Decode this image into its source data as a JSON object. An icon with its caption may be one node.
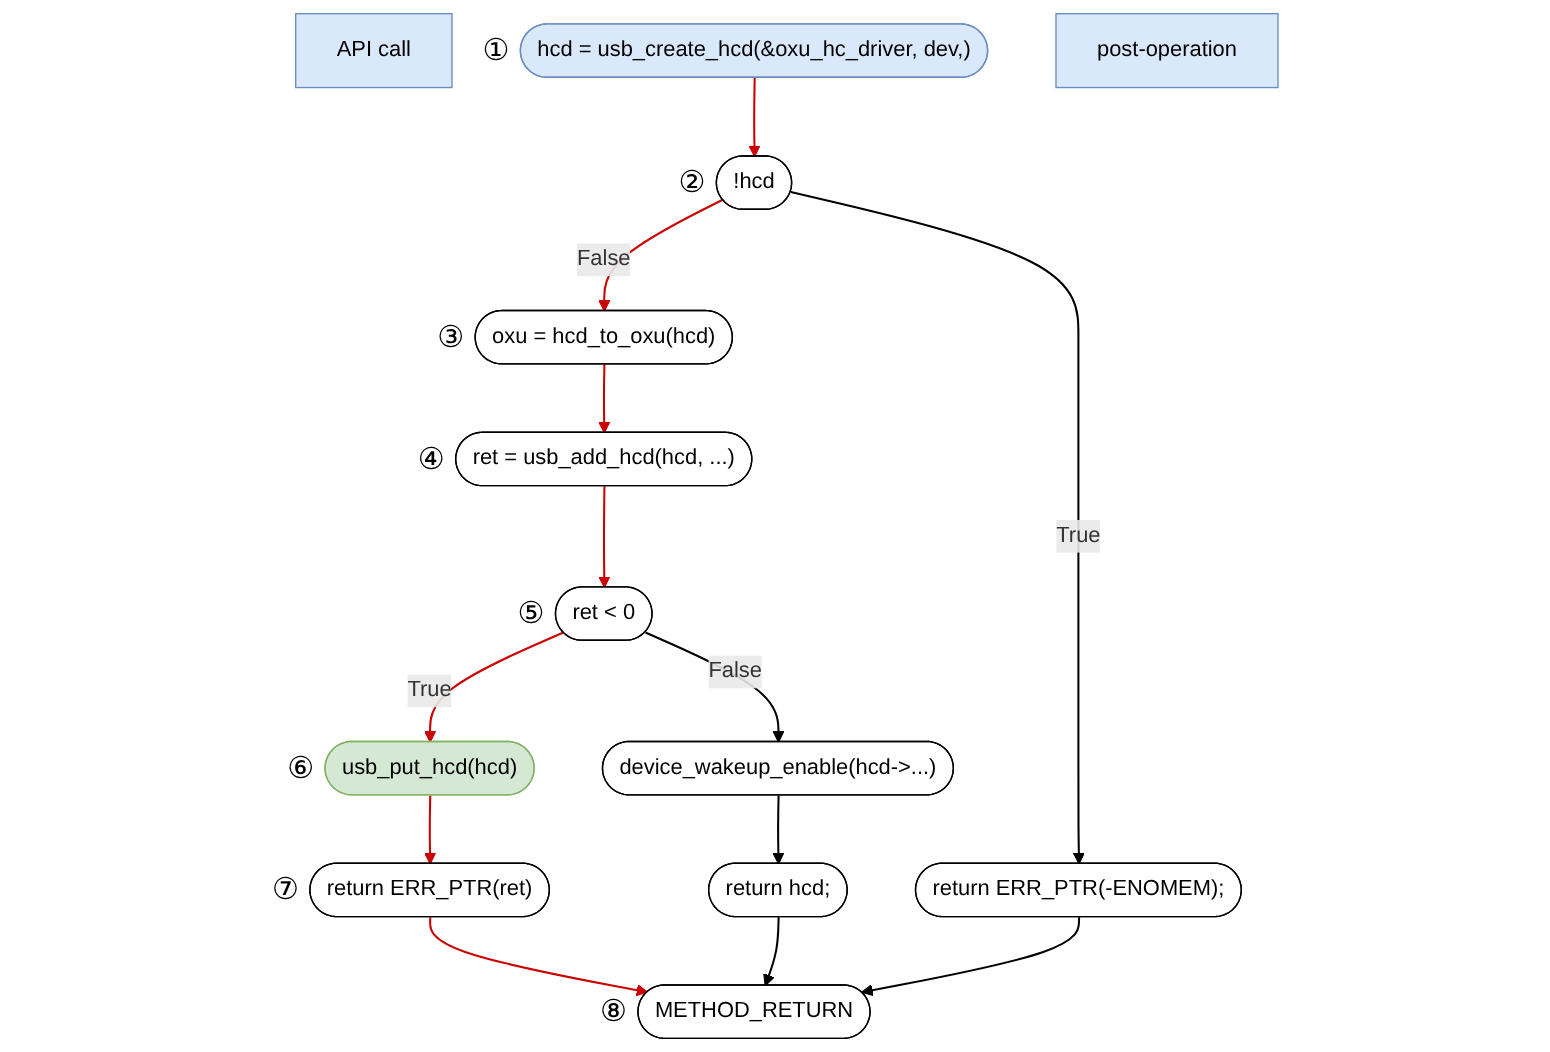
{
  "diagram": {
    "nodes": [
      {
        "text": [
          "API call"
        ]
      },
      {
        "text": [
          "hcd = usb_create_hcd(&oxu_hc_driver, dev,)"
        ],
        "beside": [
          "①"
        ]
      },
      {
        "text": [
          "!hcd"
        ],
        "beside": [
          "②"
        ]
      },
      {
        "text": [
          "oxu = hcd_to_oxu(hcd)"
        ],
        "beside": [
          "③"
        ]
      },
      {
        "text": [
          "ret = usb_add_hcd(hcd, ...)"
        ],
        "beside": [
          "④"
        ]
      },
      {
        "text": [
          "return ERR_PTR(-ENOMEM);"
        ]
      },
      {
        "text": [
          "ret < 0"
        ],
        "beside": [
          "⑤"
        ]
      },
      {
        "text": [
          "device_wakeup_enable(hcd->...)"
        ]
      },
      {
        "text": [
          "usb_put_hcd(hcd)"
        ],
        "beside": [
          "⑥"
        ]
      },
      {
        "text": [
          "post-operation"
        ]
      },
      {
        "text": [
          "return ERR_PTR(ret)"
        ],
        "beside": [
          "⑦"
        ]
      },
      {
        "text": [
          "return hcd;"
        ]
      },
      {
        "text": [
          "METHOD_RETURN"
        ],
        "beside": [
          "⑧"
        ]
      }
    ],
    "edges": [
      {
        "from": 1,
        "to": 2,
        "arrow": "to"
      },
      {
        "from": 2,
        "to": 3,
        "arrow": "to",
        "label": "False"
      },
      {
        "from": 2,
        "to": 5,
        "arrow": "to",
        "label": "True",
        "color": "#000000"
      },
      {
        "from": 3,
        "to": 4,
        "arrow": "to"
      },
      {
        "from": 4,
        "to": 6,
        "arrow": "to"
      },
      {
        "from": 6,
        "to": 8,
        "arrow": "to",
        "label": "True"
      },
      {
        "from": 6,
        "to": 7,
        "arrow": "to",
        "label": "False",
        "color": "#000000"
      },
      {
        "from": 8,
        "to": 10,
        "arrow": "to"
      },
      {
        "from": 10,
        "to": 12,
        "arrow": "to"
      },
      {
        "from": 7,
        "to": 11,
        "arrow": "to",
        "color": "#000000"
      },
      {
        "from": 11,
        "to": 12,
        "arrow": "to",
        "color": "#000000"
      },
      {
        "from": 5,
        "to": 12,
        "arrow": "to",
        "color": "#000000"
      }
    ]
  }
}
